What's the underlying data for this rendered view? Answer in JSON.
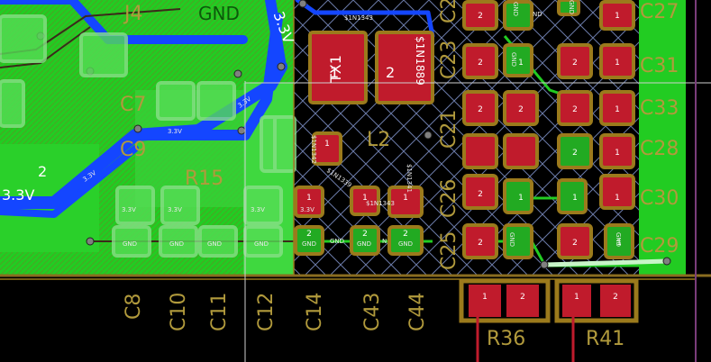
{
  "designators": {
    "j4": "J4",
    "c7": "C7",
    "c9": "C9",
    "r15": "R15",
    "l2": "L2",
    "c8": "C8",
    "c10": "C10",
    "c11": "C11",
    "c12": "C12",
    "c14": "C14",
    "c43": "C43",
    "c44": "C44",
    "c25": "C25",
    "c26": "C26",
    "c21": "C21",
    "c23": "C23",
    "c2x": "C2",
    "c27": "C27",
    "c31": "C31",
    "c33": "C33",
    "c28": "C28",
    "c30": "C30",
    "c29": "C29",
    "r36": "R36",
    "r41": "R41",
    "tx1": "TX1"
  },
  "nets": {
    "gnd": "GND",
    "v33": "3.3V",
    "n1343": "$1N1343",
    "n1889": "$1N1889",
    "n1342": "$1N1342",
    "n1341": "$1N1341",
    "n1339": "$1N1339",
    "n1343_alt": "$1N1343",
    "nd": "ND",
    "n": "N"
  },
  "pads": {
    "one": "1",
    "two": "2"
  },
  "colors": {
    "board": "#000000",
    "copper_fill": "#22cc22",
    "pad": "#c01b2c",
    "pad_ring": "#9b7a1c",
    "trace_blue": "#1446ff",
    "silkscreen": "#b19a3c",
    "hatch": "#6a7aa8"
  }
}
